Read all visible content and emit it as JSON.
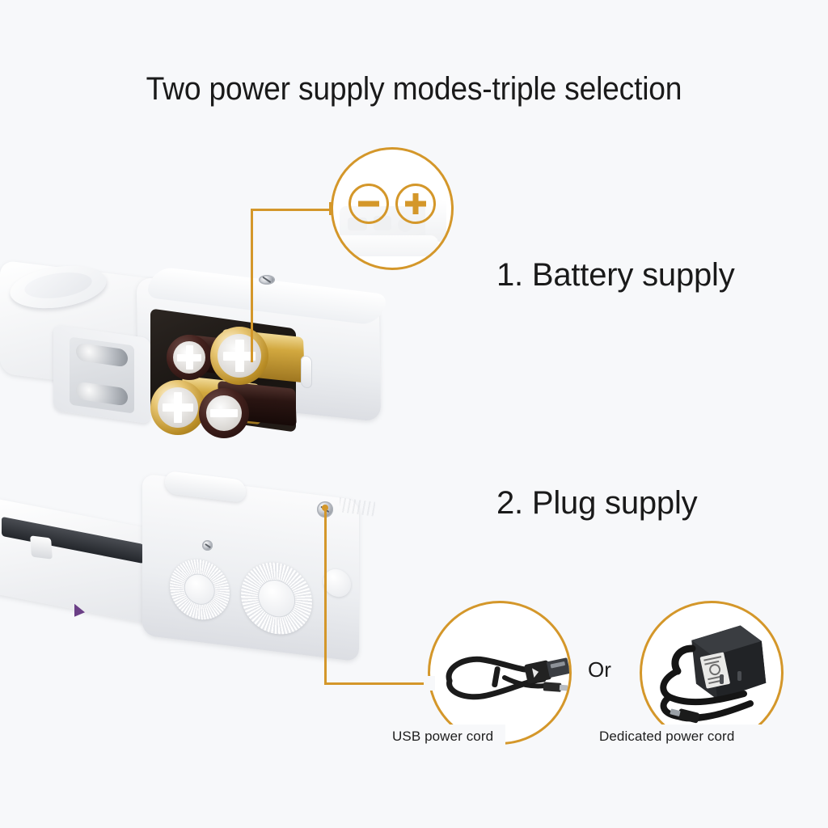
{
  "page": {
    "background_color": "#f7f8fa",
    "accent_color": "#d4972a",
    "title": "Two power supply modes-triple selection"
  },
  "modes": [
    {
      "index": "1",
      "label": "1. Battery supply"
    },
    {
      "index": "2",
      "label": "2. Plug supply"
    }
  ],
  "battery_callout": {
    "name": "battery-polarity-callout",
    "icons": [
      {
        "icon": "minus-icon",
        "glyph": "−"
      },
      {
        "icon": "plus-icon",
        "glyph": "+"
      }
    ]
  },
  "cords": {
    "separator": "Or",
    "items": [
      {
        "label": "USB power cord",
        "icon": "usb-cable-icon"
      },
      {
        "label": "Dedicated power cord",
        "icon": "ac-power-adapter-icon"
      }
    ]
  },
  "product": {
    "name": "handheld-sewing-machine",
    "views": [
      {
        "view": "battery-compartment-open",
        "detail": "four AA batteries installed"
      },
      {
        "view": "side-panel-with-dials",
        "detail": "power port screw callout"
      }
    ],
    "battery_count": 4,
    "battery_terminals": [
      "+",
      "+",
      "+",
      "−"
    ]
  }
}
